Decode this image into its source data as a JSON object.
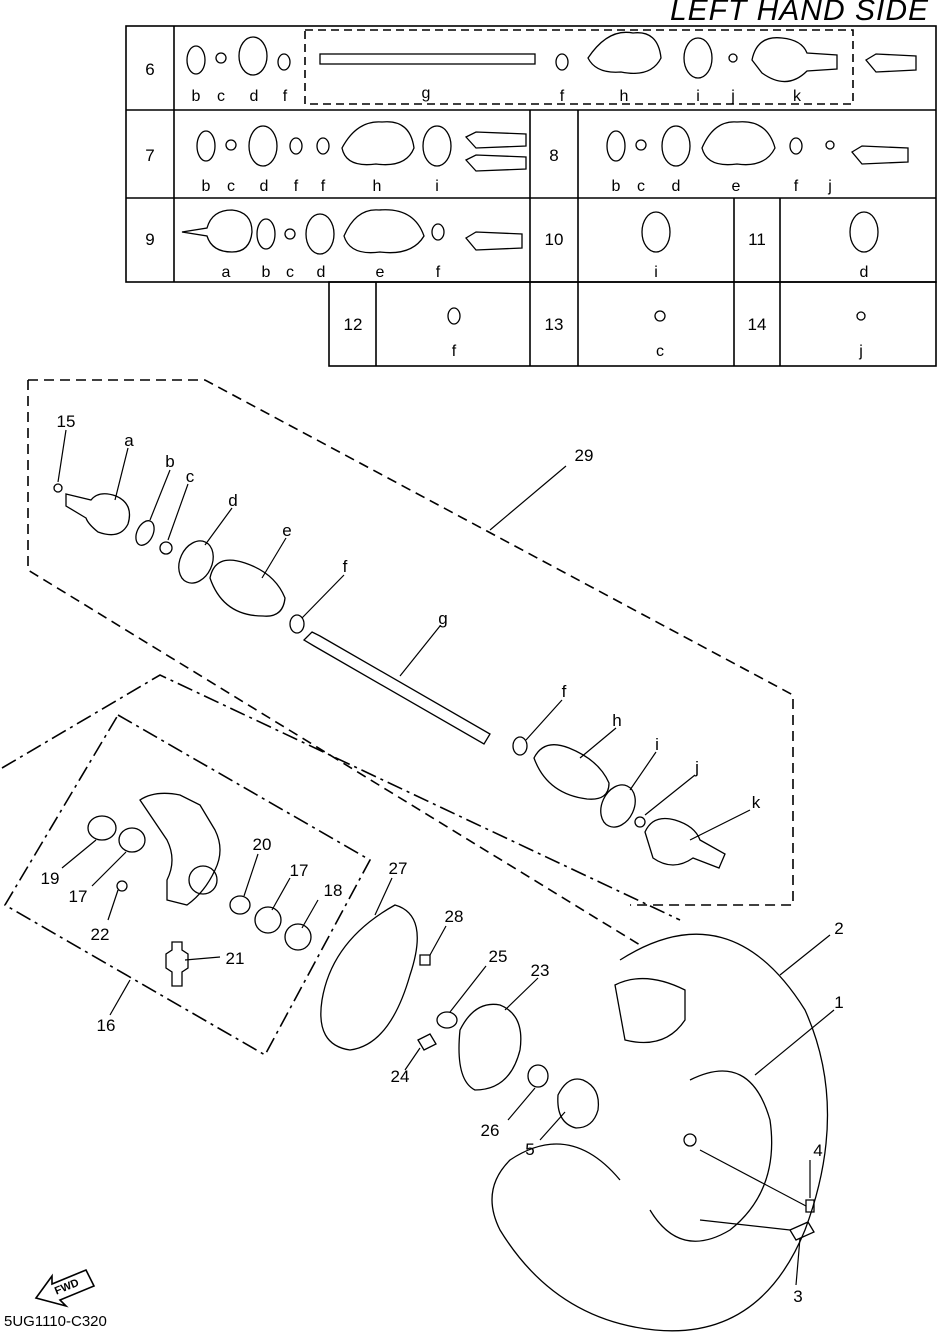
{
  "title": "LEFT HAND SIDE",
  "code": "5UG1110-C320",
  "fwd": "FWD",
  "table": {
    "row6": {
      "num": "6",
      "letters": [
        "b",
        "c",
        "d",
        "f",
        "g",
        "f",
        "h",
        "i",
        "j",
        "k"
      ]
    },
    "row7": {
      "num": "7",
      "letters": [
        "b",
        "c",
        "d",
        "f",
        "f",
        "h",
        "i"
      ]
    },
    "row8": {
      "num": "8",
      "letters": [
        "b",
        "c",
        "d",
        "e",
        "f",
        "j"
      ]
    },
    "row9": {
      "num": "9",
      "letters": [
        "a",
        "b",
        "c",
        "d",
        "e",
        "f"
      ]
    },
    "row10": {
      "num": "10",
      "letters": [
        "i"
      ]
    },
    "row11": {
      "num": "11",
      "letters": [
        "d"
      ]
    },
    "row12": {
      "num": "12",
      "letters": [
        "f"
      ]
    },
    "row13": {
      "num": "13",
      "letters": [
        "c"
      ]
    },
    "row14": {
      "num": "14",
      "letters": [
        "j"
      ]
    }
  },
  "callouts": {
    "n15": "15",
    "a": "a",
    "b": "b",
    "c": "c",
    "d": "d",
    "e": "e",
    "f1": "f",
    "g": "g",
    "n29": "29",
    "f2": "f",
    "h": "h",
    "i": "i",
    "j": "j",
    "k": "k",
    "n19": "19",
    "n17a": "17",
    "n22": "22",
    "n21": "21",
    "n16": "16",
    "n20": "20",
    "n17b": "17",
    "n18": "18",
    "n27": "27",
    "n28": "28",
    "n25": "25",
    "n23": "23",
    "n24": "24",
    "n26": "26",
    "n5": "5",
    "n2": "2",
    "n1": "1",
    "n4": "4",
    "n3": "3"
  }
}
